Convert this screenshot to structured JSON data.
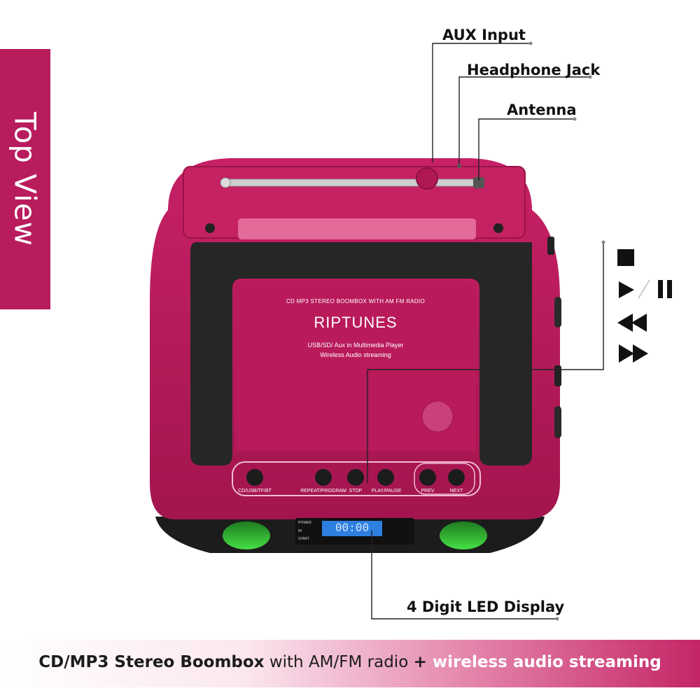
{
  "side_label": "Top View",
  "callouts": {
    "aux": "AUX Input",
    "headphone": "Headphone Jack",
    "antenna": "Antenna",
    "display": "4 Digit LED Display"
  },
  "device": {
    "panel_line1": "CD MP3 STEREO BOOMBOX  WITH AM FM RADIO",
    "brand": "RIPTUNES",
    "panel_line2": "USB/SD/ Aux in Multimedia Player",
    "panel_line3": "Wireless Audio streaming",
    "buttons": [
      "CD/USB/TF/BT",
      "REPEAT/PROGRAM",
      "STOP",
      "PLAY/PAUSE",
      "PREV",
      "NEXT"
    ],
    "display_labels": [
      "POWER",
      "IR",
      "START"
    ],
    "lcd_text": "00:00"
  },
  "controls_icons": [
    "stop-icon",
    "play-icon",
    "pause-icon",
    "rewind-icon",
    "fast-forward-icon"
  ],
  "tagline": {
    "part1": "CD/MP3 Stereo Boombox",
    "part2": " with AM/FM radio ",
    "part3": "+",
    "part4": " wireless audio streaming"
  },
  "colors": {
    "body": "#b8195b",
    "accent": "#b81c5c",
    "handle": "#262626",
    "lcd": "#2d7fe0",
    "speaker_glow": "#3dd63d"
  }
}
